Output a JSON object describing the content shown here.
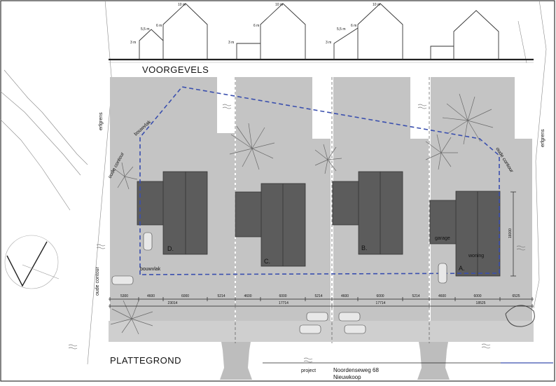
{
  "titles": {
    "voorgevels": "VOORGEVELS",
    "plattegrond": "PLATTEGROND"
  },
  "project": {
    "label": "project",
    "line1": "Noordenseweg 68",
    "line2": "Nieuwkoop"
  },
  "plan_labels": {
    "erfgrens": "erfgrens",
    "oude_contour": "oude contour",
    "bouwvlak": "bouwvlak",
    "garage": "garage",
    "woning": "woning"
  },
  "lots": [
    "D.",
    "C.",
    "B.",
    "A."
  ],
  "elevation_heights": {
    "h10": "10 m",
    "h6": "6 m",
    "h55": "5,5 m",
    "h3": "3 m"
  },
  "vertical_dim": "16000",
  "dims_row1": [
    "5300",
    "4600",
    "6000",
    "5214",
    "4600",
    "6000",
    "5214",
    "4600",
    "6000",
    "5214",
    "4600",
    "6000",
    "6525"
  ],
  "dims_row2": [
    "23014",
    "17714",
    "17714",
    "18525"
  ],
  "colors": {
    "lot": "#c4c4c4",
    "building": "#5c5c5c",
    "bouwvlak_line": "#3a4fae",
    "road": "#cfcfcf"
  }
}
